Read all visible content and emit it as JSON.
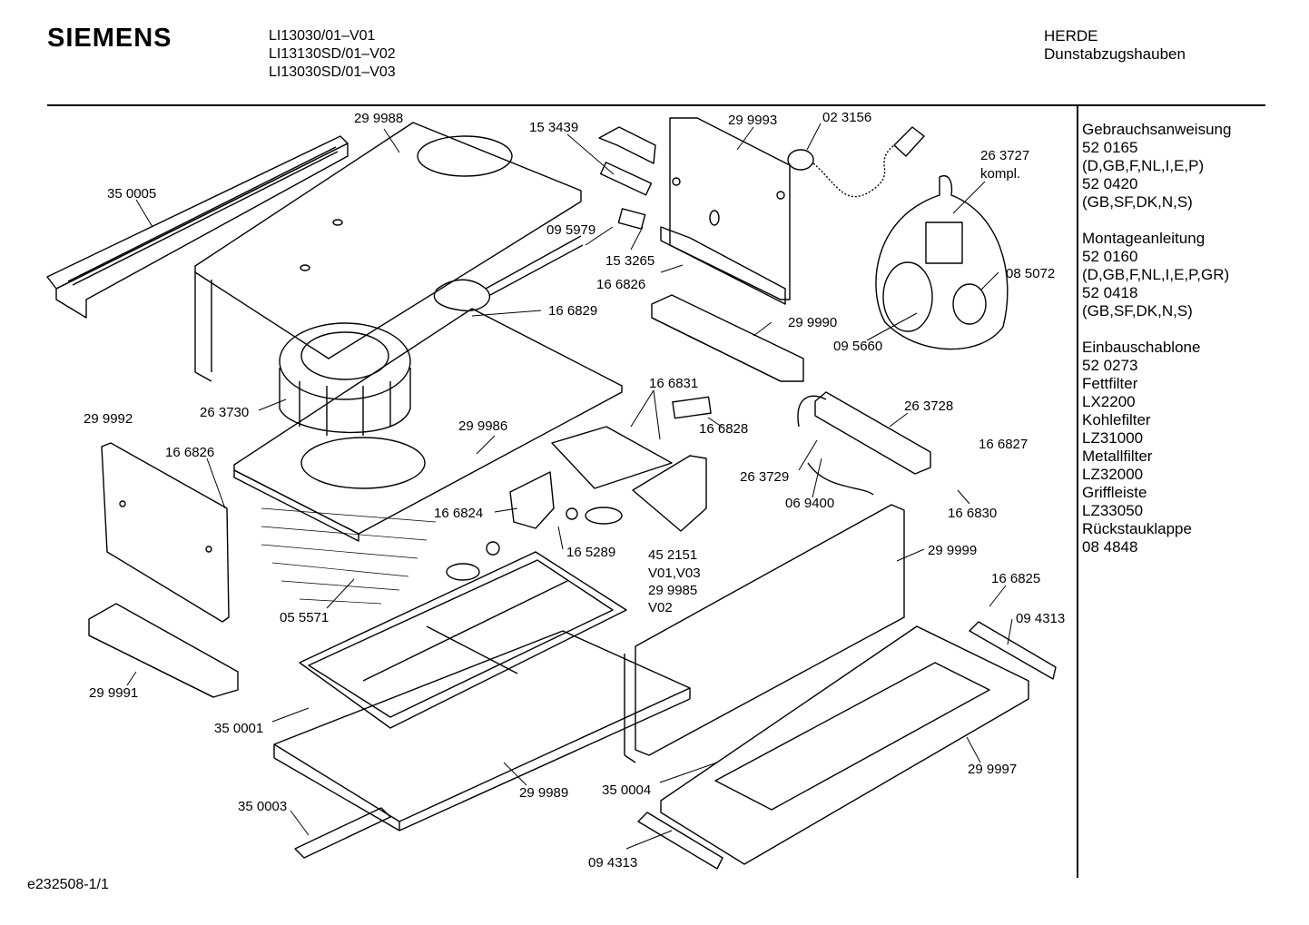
{
  "header": {
    "brand": "SIEMENS",
    "models": [
      "LI13030/01–V01",
      "LI13130SD/01–V02",
      "LI13030SD/01–V03"
    ],
    "category": [
      "HERDE",
      "Dunstabzugshauben"
    ]
  },
  "sidebar": {
    "blocks": [
      [
        "Gebrauchsanweisung",
        "52 0165",
        "(D,GB,F,NL,I,E,P)",
        "52 0420",
        "(GB,SF,DK,N,S)"
      ],
      [
        "Montageanleitung",
        "52 0160",
        "(D,GB,F,NL,I,E,P,GR)",
        "52 0418",
        "(GB,SF,DK,N,S)"
      ],
      [
        "Einbauschablone",
        "52 0273",
        "Fettfilter",
        "LX2200",
        "Kohlefilter",
        "LZ31000",
        "Metallfilter",
        "LZ32000",
        "Griffleiste",
        "LZ33050",
        "Rückstauklappe",
        "08 4848"
      ]
    ]
  },
  "parts": [
    "29 9988",
    "15 3439",
    "29 9993",
    "02 3156",
    "26 3727",
    "kompl.",
    "35 0005",
    "09 5979",
    "15 3265",
    "16 6826",
    "08 5072",
    "16 6829",
    "29 9990",
    "09 5660",
    "16 6831",
    "26 3730",
    "29 9992",
    "29 9986",
    "16 6828",
    "26 3728",
    "16 6826",
    "16 6827",
    "26 3729",
    "06 9400",
    "16 6824",
    "16 6830",
    "16 5289",
    "29 9999",
    "45 2151",
    "V01,V03",
    "29 9985",
    "V02",
    "16 6825",
    "05 5571",
    "09 4313",
    "29 9991",
    "35 0001",
    "29 9997",
    "35 0004",
    "29 9989",
    "35 0003",
    "09 4313"
  ],
  "footer": {
    "drawing_id": "e232508-1/1"
  }
}
